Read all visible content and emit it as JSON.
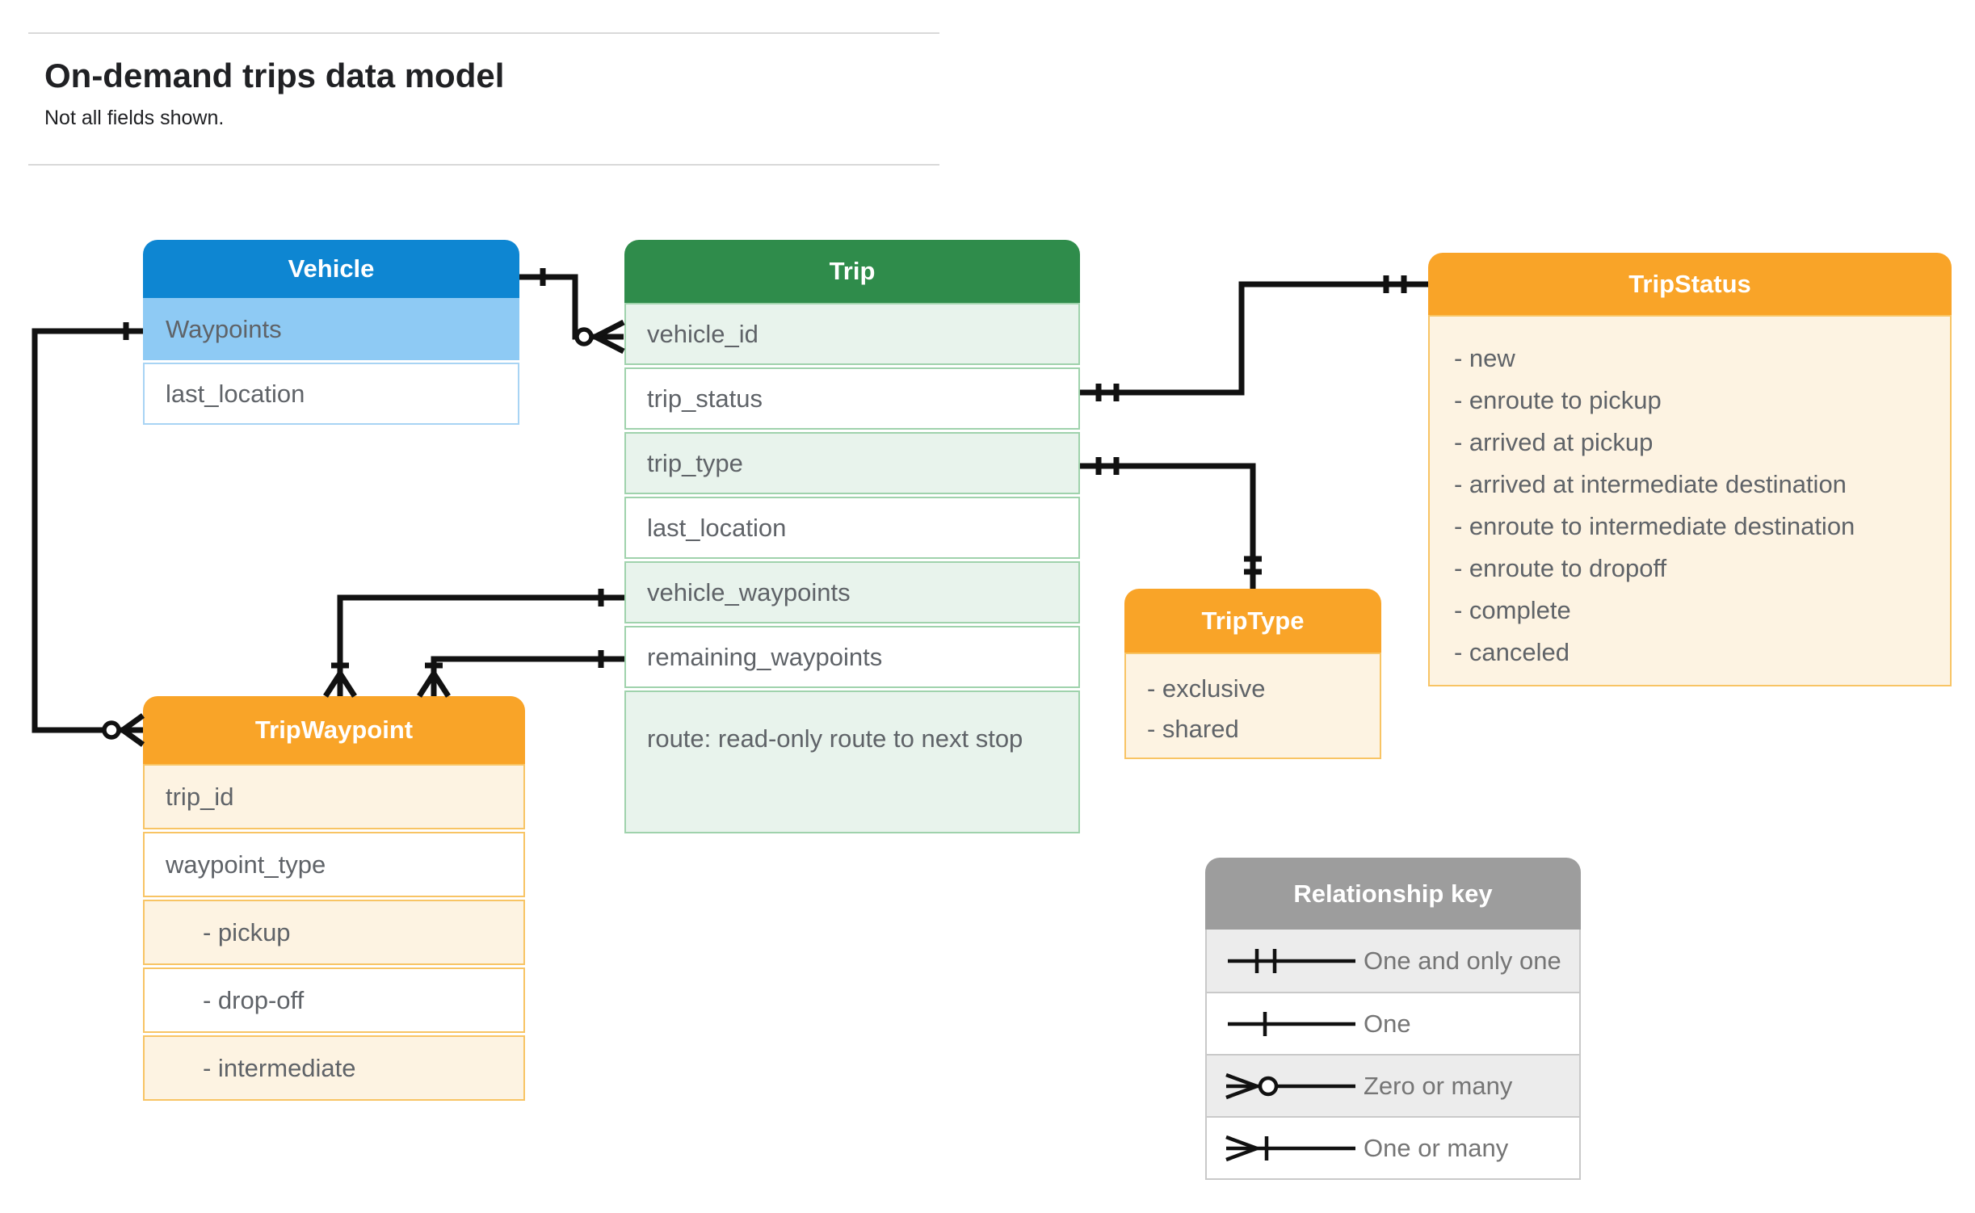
{
  "page": {
    "title": "On-demand trips data model",
    "subtitle": "Not all fields shown."
  },
  "entities": {
    "vehicle": {
      "title": "Vehicle",
      "rows": [
        "Waypoints",
        "last_location"
      ]
    },
    "trip": {
      "title": "Trip",
      "rows": [
        "vehicle_id",
        "trip_status",
        "trip_type",
        "last_location",
        "vehicle_waypoints",
        "remaining_waypoints"
      ],
      "route_label": "route:",
      "route_note": "read-only route to next stop"
    },
    "trip_status": {
      "title": "TripStatus",
      "items": [
        "- new",
        "- enroute to pickup",
        "- arrived at pickup",
        "- arrived at intermediate destination",
        "- enroute to intermediate destination",
        "- enroute to dropoff",
        "- complete",
        "- canceled"
      ]
    },
    "trip_type": {
      "title": "TripType",
      "items": [
        "- exclusive",
        "- shared"
      ]
    },
    "trip_waypoint": {
      "title": "TripWaypoint",
      "rows": [
        "trip_id",
        "waypoint_type",
        "- pickup",
        "- drop-off",
        "- intermediate"
      ]
    }
  },
  "legend": {
    "title": "Relationship key",
    "rows": [
      {
        "symbol": "one-and-only-one",
        "label": "One and only one"
      },
      {
        "symbol": "one",
        "label": "One"
      },
      {
        "symbol": "zero-or-many",
        "label": "Zero or many"
      },
      {
        "symbol": "one-or-many",
        "label": "One or many"
      }
    ]
  },
  "colors": {
    "vehicle_header": "#0e86d2",
    "vehicle_row": "#8ecaf4",
    "trip_header": "#2f8c4b",
    "trip_row": "#e8f3ec",
    "orange_header": "#f9a428",
    "orange_row": "#fdf3e2",
    "key_header": "#9d9d9d",
    "key_row": "#ececec",
    "text": "#5f6368",
    "connector": "#111111"
  }
}
